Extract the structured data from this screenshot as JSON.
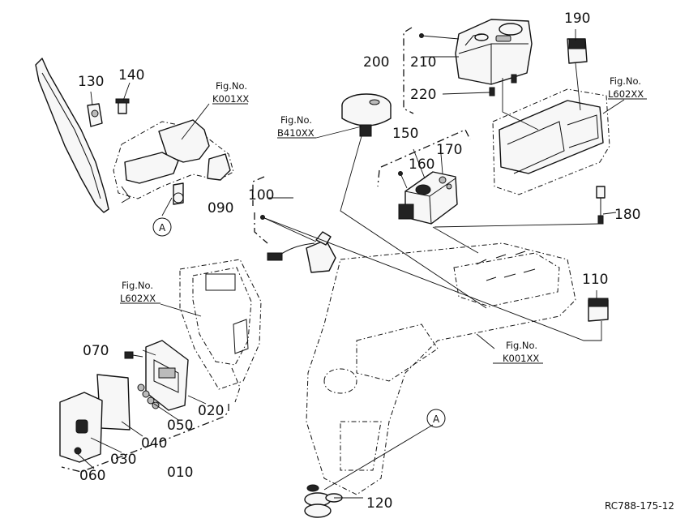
{
  "part_labels": {
    "p010": "010",
    "p020": "020",
    "p030": "030",
    "p040": "040",
    "p050": "050",
    "p060": "060",
    "p070": "070",
    "p090": "090",
    "p100": "100",
    "p110": "110",
    "p120": "120",
    "p130": "130",
    "p140": "140",
    "p150": "150",
    "p160": "160",
    "p170": "170",
    "p180": "180",
    "p190": "190",
    "p200": "200",
    "p210": "210",
    "p220": "220"
  },
  "fig_refs": {
    "heading": "Fig.No.",
    "k001_top": "K001XX",
    "b410": "B410XX",
    "l602_top": "L602XX",
    "l602_left": "L602XX",
    "k001_mid": "K001XX"
  },
  "connector_marks": {
    "a_upper": "A",
    "a_lower": "A"
  },
  "drawing_code": "RC788-175-12"
}
